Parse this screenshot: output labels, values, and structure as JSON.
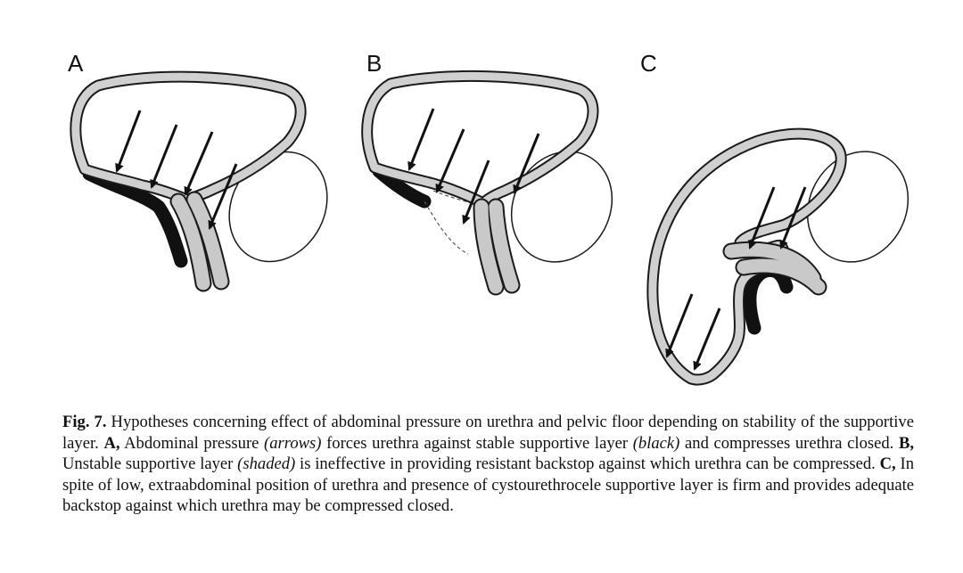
{
  "panels": [
    {
      "label": "A"
    },
    {
      "label": "B"
    },
    {
      "label": "C"
    }
  ],
  "caption": {
    "fig_label": "Fig. 7.",
    "intro": " Hypotheses concerning effect of abdominal pressure on urethra and pelvic floor depending on stability of the supportive layer. ",
    "a_label": "A,",
    "a_text_1": " Abdominal pressure ",
    "a_arrows": "(arrows)",
    "a_text_2": " forces urethra against stable supportive layer ",
    "a_black": "(black)",
    "a_text_3": " and compresses urethra closed. ",
    "b_label": "B,",
    "b_text_1": " Unstable supportive layer ",
    "b_shaded": "(shaded)",
    "b_text_2": " is ineffective in providing resistant backstop against which urethra can be compressed. ",
    "c_label": "C,",
    "c_text": " In spite of low, extraabdominal position of urethra and presence of cystourethrocele supportive layer is firm and provides adequate backstop against which urethra may be compressed closed."
  }
}
